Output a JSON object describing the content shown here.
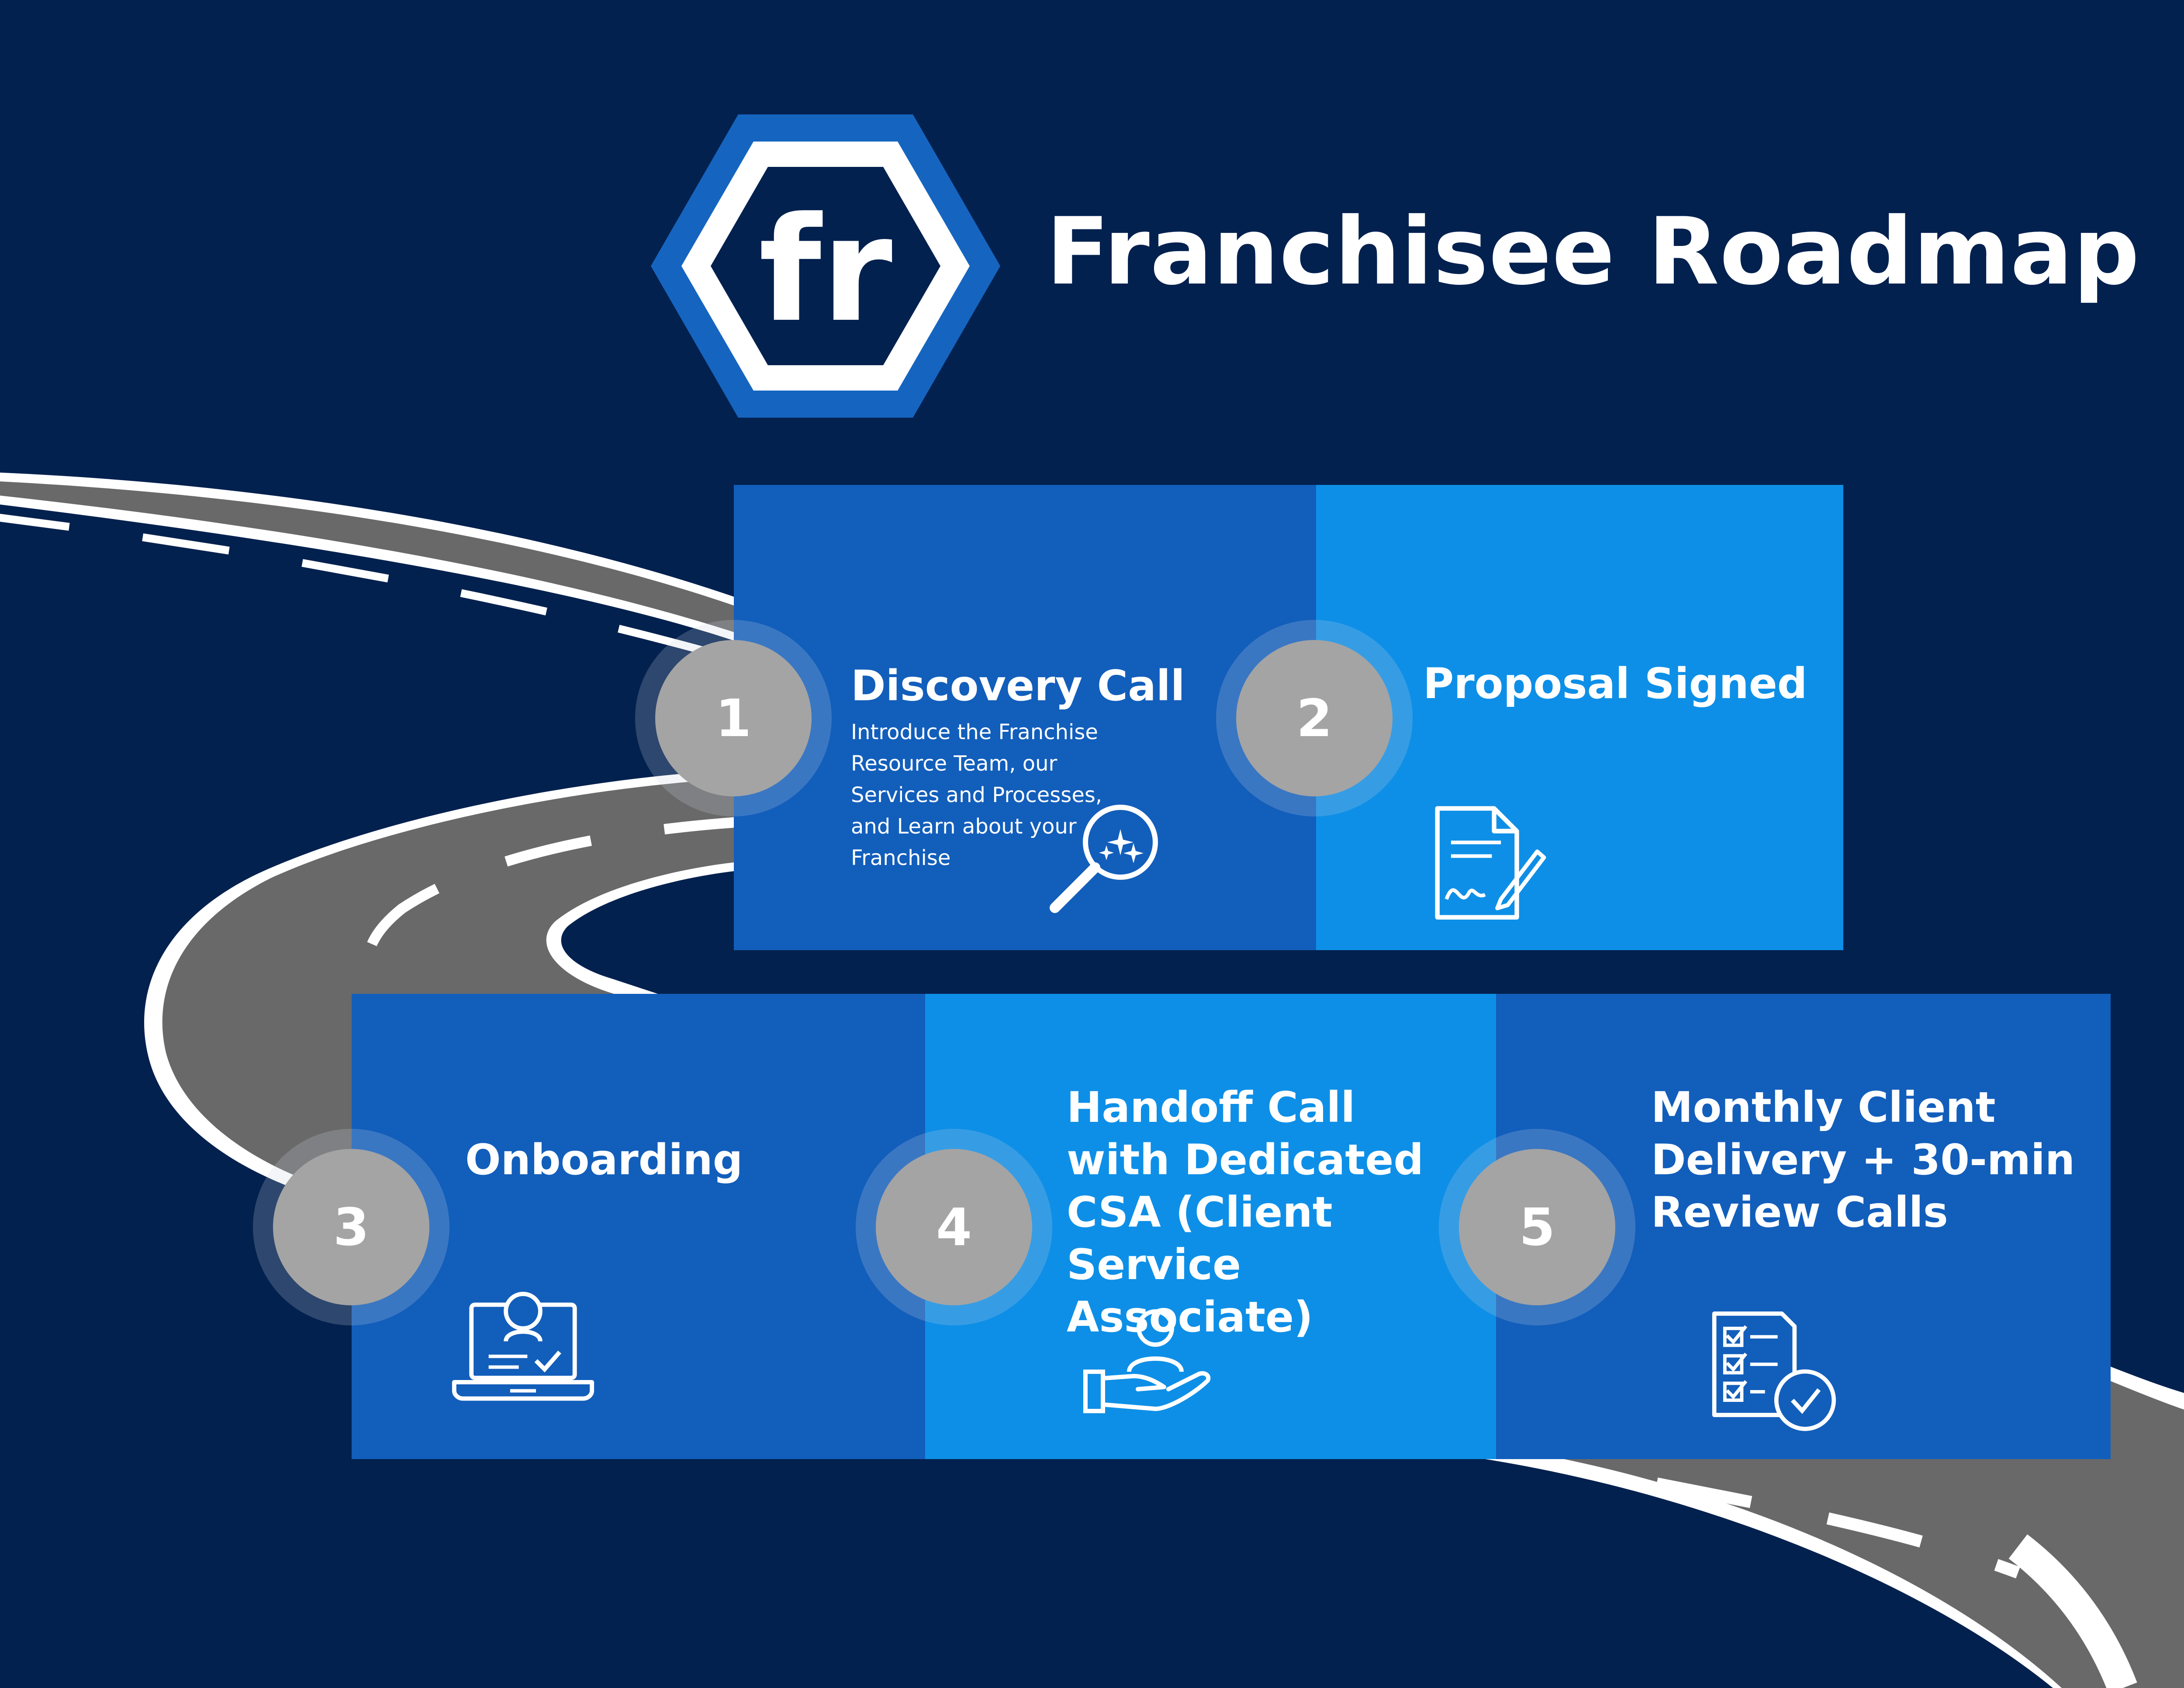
{
  "logo": {
    "text": "fr",
    "outer_color": "#1565c0",
    "inner_color": "#ffffff",
    "core_color": "#03214f"
  },
  "title": "Franchisee Roadmap",
  "colors": {
    "background": "#03214f",
    "panel_dark": "#125ebb",
    "panel_light": "#0e8fe7",
    "badge": "#a4a4a4",
    "road": "#696969"
  },
  "steps": [
    {
      "number": "1",
      "title": "Discovery Call",
      "description": "Introduce the Franchise Resource Team, our Services and Processes, and Learn about your Franchise",
      "icon": "magnifier-sparkle-icon"
    },
    {
      "number": "2",
      "title": "Proposal Signed",
      "description": "",
      "icon": "signed-document-icon"
    },
    {
      "number": "3",
      "title": "Onboarding",
      "description": "",
      "icon": "laptop-person-check-icon"
    },
    {
      "number": "4",
      "title": "Handoff Call with Dedicated CSA (Client Service Associate)",
      "description": "",
      "icon": "hand-person-icon"
    },
    {
      "number": "5",
      "title": "Monthly Client Delivery + 30-min Review Calls",
      "description": "",
      "icon": "checklist-check-icon"
    }
  ]
}
